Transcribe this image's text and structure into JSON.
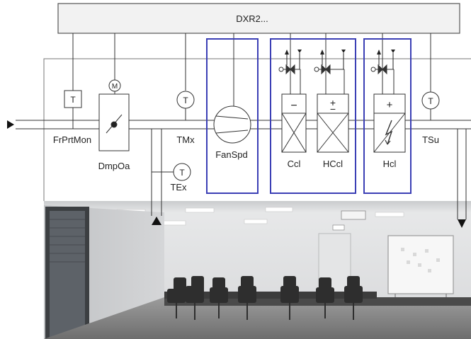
{
  "controller": {
    "label": "DXR2..."
  },
  "sensors": {
    "frost": {
      "symbol": "T",
      "label": "FrPrtMon"
    },
    "mixed": {
      "symbol": "T",
      "label": "TMx"
    },
    "exhaust": {
      "symbol": "T",
      "label": "TEx"
    },
    "supply": {
      "symbol": "T",
      "label": "TSu"
    }
  },
  "damper": {
    "motor_symbol": "M",
    "label": "DmpOa"
  },
  "fan": {
    "label": "FanSpd"
  },
  "coils": {
    "cooling": {
      "label": "Ccl",
      "sign": "−"
    },
    "heat_cool": {
      "label": "HCcl",
      "sign_top": "+",
      "sign_bottom": "−"
    },
    "heating": {
      "label": "Hcl",
      "sign": "+"
    }
  },
  "colors": {
    "highlight_box": "#3b3fb5",
    "controller_fill": "#f2f2f2",
    "lines": "#333333"
  },
  "icons": [
    "play-arrow-icon",
    "up-arrow-icon",
    "down-arrow-icon",
    "valve-icon",
    "motor-icon",
    "fan-icon",
    "lightning-icon"
  ]
}
